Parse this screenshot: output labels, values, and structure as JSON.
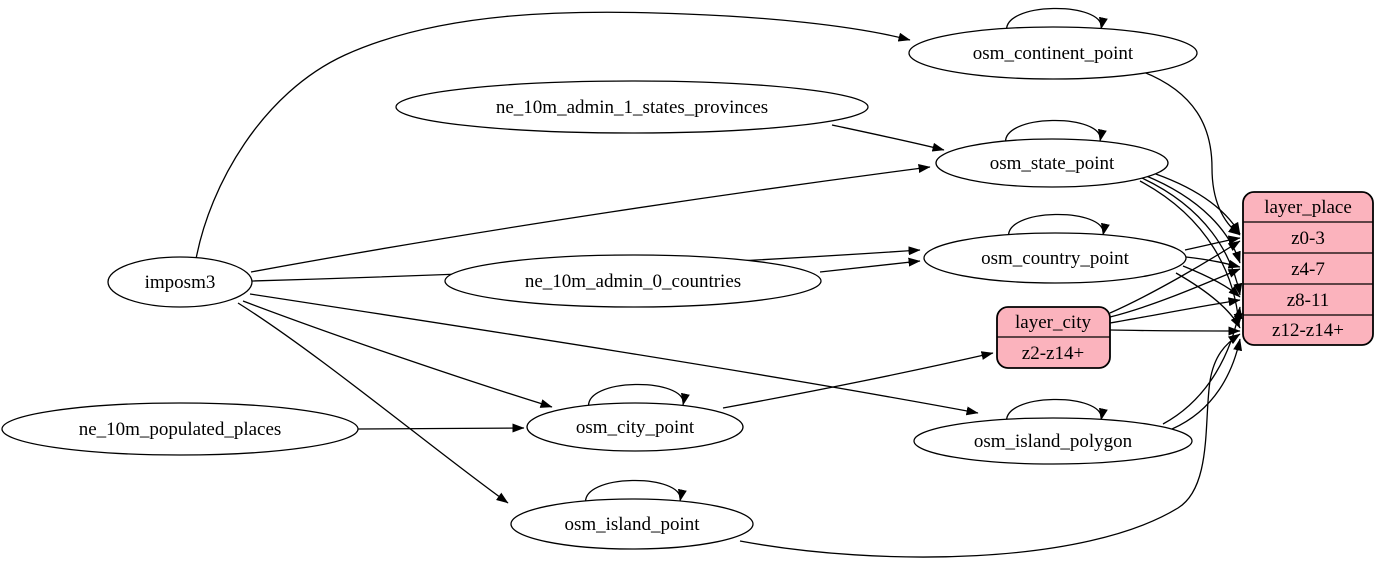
{
  "colors": {
    "background": "#ffffff",
    "node_fill": "#ffffff",
    "record_fill": "#fbb3bd",
    "stroke": "#000000"
  },
  "nodes": {
    "imposm3": {
      "label": "imposm3"
    },
    "ne_10m_admin_1_states_provinces": {
      "label": "ne_10m_admin_1_states_provinces"
    },
    "ne_10m_admin_0_countries": {
      "label": "ne_10m_admin_0_countries"
    },
    "ne_10m_populated_places": {
      "label": "ne_10m_populated_places"
    },
    "osm_continent_point": {
      "label": "osm_continent_point"
    },
    "osm_state_point": {
      "label": "osm_state_point"
    },
    "osm_country_point": {
      "label": "osm_country_point"
    },
    "osm_city_point": {
      "label": "osm_city_point"
    },
    "osm_island_polygon": {
      "label": "osm_island_polygon"
    },
    "osm_island_point": {
      "label": "osm_island_point"
    }
  },
  "records": {
    "layer_place": {
      "title": "layer_place",
      "rows": [
        "z0-3",
        "z4-7",
        "z8-11",
        "z12-z14+"
      ]
    },
    "layer_city": {
      "title": "layer_city",
      "rows": [
        "z2-z14+"
      ]
    }
  },
  "edges": [
    {
      "from": "imposm3",
      "to": "osm_continent_point"
    },
    {
      "from": "imposm3",
      "to": "osm_state_point"
    },
    {
      "from": "imposm3",
      "to": "osm_country_point"
    },
    {
      "from": "imposm3",
      "to": "osm_city_point"
    },
    {
      "from": "imposm3",
      "to": "osm_island_polygon"
    },
    {
      "from": "imposm3",
      "to": "osm_island_point"
    },
    {
      "from": "ne_10m_admin_1_states_provinces",
      "to": "osm_state_point"
    },
    {
      "from": "ne_10m_admin_0_countries",
      "to": "osm_country_point"
    },
    {
      "from": "ne_10m_populated_places",
      "to": "osm_city_point"
    },
    {
      "from": "osm_continent_point",
      "to": "osm_continent_point"
    },
    {
      "from": "osm_state_point",
      "to": "osm_state_point"
    },
    {
      "from": "osm_country_point",
      "to": "osm_country_point"
    },
    {
      "from": "osm_city_point",
      "to": "osm_city_point"
    },
    {
      "from": "osm_island_polygon",
      "to": "osm_island_polygon"
    },
    {
      "from": "osm_island_point",
      "to": "osm_island_point"
    },
    {
      "from": "osm_continent_point",
      "to": "layer_place:z0-3"
    },
    {
      "from": "osm_state_point",
      "to": "layer_place:z0-3"
    },
    {
      "from": "osm_state_point",
      "to": "layer_place:z4-7"
    },
    {
      "from": "osm_state_point",
      "to": "layer_place:z8-11"
    },
    {
      "from": "osm_state_point",
      "to": "layer_place:z12-z14+"
    },
    {
      "from": "osm_country_point",
      "to": "layer_place:z0-3"
    },
    {
      "from": "osm_country_point",
      "to": "layer_place:z4-7"
    },
    {
      "from": "osm_country_point",
      "to": "layer_place:z8-11"
    },
    {
      "from": "osm_country_point",
      "to": "layer_place:z12-z14+"
    },
    {
      "from": "layer_city",
      "to": "layer_place:z0-3"
    },
    {
      "from": "layer_city",
      "to": "layer_place:z4-7"
    },
    {
      "from": "layer_city",
      "to": "layer_place:z8-11"
    },
    {
      "from": "layer_city",
      "to": "layer_place:z12-z14+"
    },
    {
      "from": "osm_island_polygon",
      "to": "layer_place:z8-11"
    },
    {
      "from": "osm_island_polygon",
      "to": "layer_place:z12-z14+"
    },
    {
      "from": "osm_island_point",
      "to": "layer_place:z12-z14+"
    },
    {
      "from": "osm_city_point",
      "to": "layer_city:z2-z14+"
    }
  ]
}
